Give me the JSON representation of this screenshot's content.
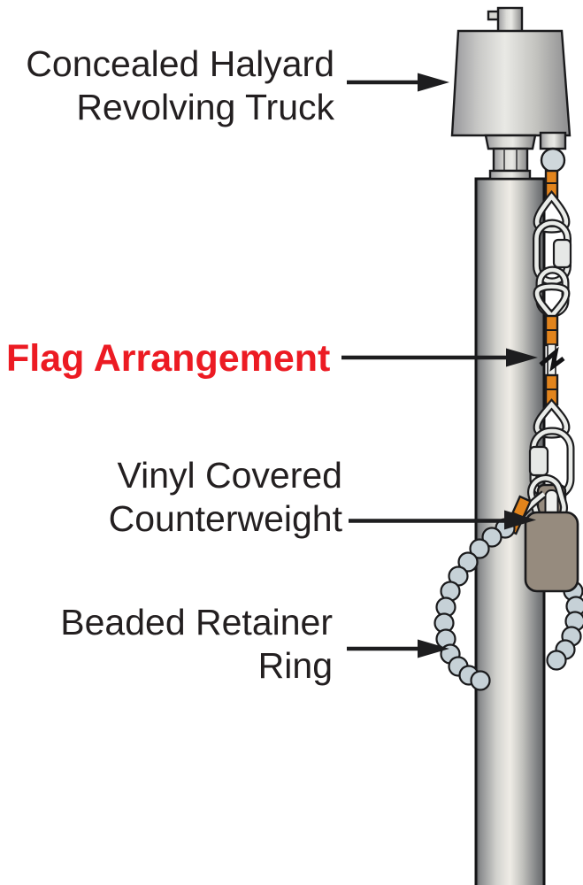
{
  "figure": {
    "kind": "flagpole internal halyard system diagram",
    "labels": {
      "truck": {
        "line1": "Concealed Halyard",
        "line2": "Revolving Truck"
      },
      "flag": {
        "text": "Flag Arrangement"
      },
      "counterweight": {
        "line1": "Vinyl Covered",
        "line2": "Counterweight"
      },
      "retainer": {
        "line1": "Beaded Retainer",
        "line2": "Ring"
      }
    },
    "colors": {
      "label_text": "#231f20",
      "flag_label_red": "#ec1b23",
      "arrow_black": "#1d1d1f",
      "halyard_cover_orange": "#e2841c",
      "counterweight_taupe": "#968b7e",
      "bead_blue_gray": "#c6d1d7",
      "hardware_light": "#eaece9",
      "pole_highlight": "#efece6",
      "pole_shadow": "#6e7072"
    },
    "icon_legend": {
      "truck-icon": "tapered revolving truck cap on pole top",
      "snap-hook-icon": "wire snap hook teardrop",
      "quick-link-icon": "oval quick link with threaded sleeve",
      "flag-snap-icon": "black flag snap clip",
      "counterweight-icon": "tag-shaped vinyl covered weight",
      "bead-icon": "retainer ring bead"
    }
  }
}
